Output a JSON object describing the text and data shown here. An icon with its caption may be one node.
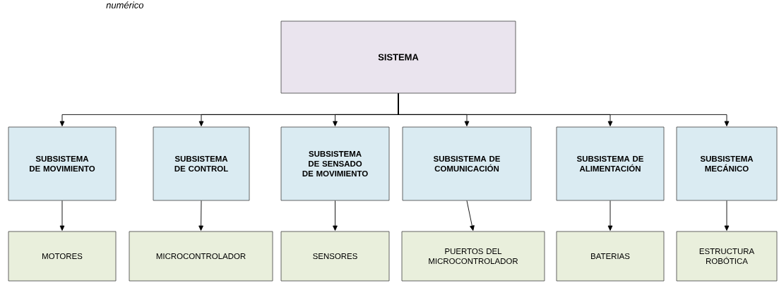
{
  "diagram": {
    "nodes": [
      {
        "text": [
          "SISTEMA"
        ]
      },
      {
        "text": [
          "SUBSISTEMA DE MOVIMIENTO"
        ]
      },
      {
        "text": [
          "SUBSISTEMA DE CONTROL"
        ]
      },
      {
        "text": [
          "SUBSISTEMA DE SENSADO DE MOVIMIENTO"
        ]
      },
      {
        "text": [
          "SUBSISTEMA DE COMUNICACIÓN"
        ]
      },
      {
        "text": [
          "SUBSISTEMA DE ALIMENTACIÓN"
        ]
      },
      {
        "text": [
          "SUBSISTEMA MECÁNICO"
        ]
      },
      {
        "text": [
          "MOTORES"
        ]
      },
      {
        "text": [
          "MICROCONTROLADOR"
        ]
      },
      {
        "text": [
          "SENSORES"
        ]
      },
      {
        "text": [
          "PUERTOS DEL MICROCONTROLADOR"
        ]
      },
      {
        "text": [
          "BATERIAS"
        ]
      },
      {
        "text": [
          "ESTRUCTURA ROBÓTICA"
        ]
      }
    ],
    "edges": [
      {
        "from": 0,
        "to": 1,
        "arrow": "to"
      },
      {
        "from": 0,
        "to": 2,
        "arrow": "to"
      },
      {
        "from": 0,
        "to": 3,
        "arrow": "to"
      },
      {
        "from": 0,
        "to": 4,
        "arrow": "to"
      },
      {
        "from": 0,
        "to": 5,
        "arrow": "to"
      },
      {
        "from": 0,
        "to": 6,
        "arrow": "to"
      },
      {
        "from": 1,
        "to": 7,
        "arrow": "to"
      },
      {
        "from": 2,
        "to": 8,
        "arrow": "to"
      },
      {
        "from": 3,
        "to": 9,
        "arrow": "to"
      },
      {
        "from": 4,
        "to": 10,
        "arrow": "to"
      },
      {
        "from": 5,
        "to": 11,
        "arrow": "to"
      },
      {
        "from": 6,
        "to": 12,
        "arrow": "to"
      }
    ],
    "labels": [
      "numérico"
    ]
  }
}
